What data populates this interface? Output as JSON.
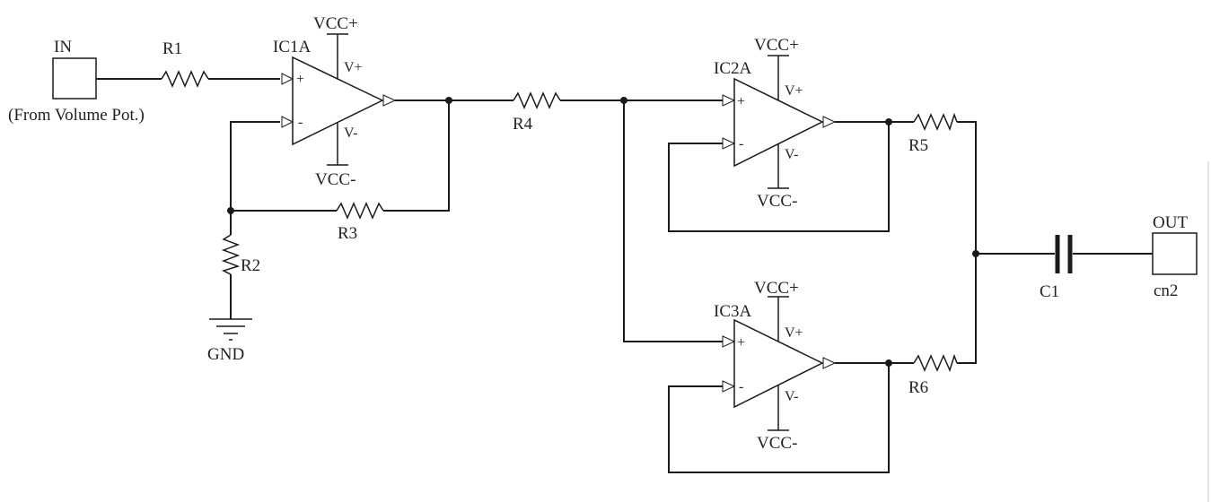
{
  "input": {
    "label": "IN",
    "note": "(From Volume Pot.)"
  },
  "output": {
    "label": "OUT",
    "ref": "cn2"
  },
  "opamps": [
    {
      "ref": "IC1A",
      "vcc_pos": "VCC+",
      "vcc_neg": "VCC-",
      "pin_vpos": "V+",
      "pin_vneg": "V-",
      "in_plus": "+",
      "in_minus": "-"
    },
    {
      "ref": "IC2A",
      "vcc_pos": "VCC+",
      "vcc_neg": "VCC-",
      "pin_vpos": "V+",
      "pin_vneg": "V-",
      "in_plus": "+",
      "in_minus": "-"
    },
    {
      "ref": "IC3A",
      "vcc_pos": "VCC+",
      "vcc_neg": "VCC-",
      "pin_vpos": "V+",
      "pin_vneg": "V-",
      "in_plus": "+",
      "in_minus": "-"
    }
  ],
  "resistors": [
    "R1",
    "R2",
    "R3",
    "R4",
    "R5",
    "R6"
  ],
  "capacitor": "C1",
  "ground": "GND"
}
